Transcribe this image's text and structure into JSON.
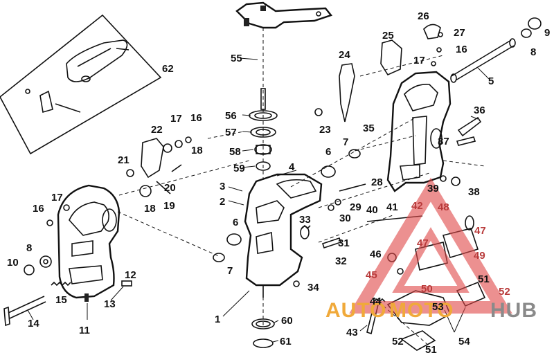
{
  "watermark": {
    "text_auto": "AUTO",
    "text_moto": "MOTO",
    "text_hub": "HUB",
    "color_orange": "#f0a93a",
    "color_red": "#e04848",
    "color_gray": "#8a8a8a"
  },
  "callouts": [
    {
      "id": "c1",
      "text": "1"
    },
    {
      "id": "c2",
      "text": "2"
    },
    {
      "id": "c3",
      "text": "3"
    },
    {
      "id": "c4",
      "text": "4"
    },
    {
      "id": "c5",
      "text": "5"
    },
    {
      "id": "c6a",
      "text": "6"
    },
    {
      "id": "c6b",
      "text": "6"
    },
    {
      "id": "c7a",
      "text": "7"
    },
    {
      "id": "c7b",
      "text": "7"
    },
    {
      "id": "c8a",
      "text": "8"
    },
    {
      "id": "c8b",
      "text": "8"
    },
    {
      "id": "c9",
      "text": "9"
    },
    {
      "id": "c10",
      "text": "10"
    },
    {
      "id": "c11",
      "text": "11"
    },
    {
      "id": "c12",
      "text": "12"
    },
    {
      "id": "c13",
      "text": "13"
    },
    {
      "id": "c14",
      "text": "14"
    },
    {
      "id": "c15",
      "text": "15"
    },
    {
      "id": "c16a",
      "text": "16"
    },
    {
      "id": "c16b",
      "text": "16"
    },
    {
      "id": "c16c",
      "text": "16"
    },
    {
      "id": "c17a",
      "text": "17"
    },
    {
      "id": "c17b",
      "text": "17"
    },
    {
      "id": "c17c",
      "text": "17"
    },
    {
      "id": "c18a",
      "text": "18"
    },
    {
      "id": "c18b",
      "text": "18"
    },
    {
      "id": "c19",
      "text": "19"
    },
    {
      "id": "c20",
      "text": "20"
    },
    {
      "id": "c21",
      "text": "21"
    },
    {
      "id": "c22",
      "text": "22"
    },
    {
      "id": "c23",
      "text": "23"
    },
    {
      "id": "c24",
      "text": "24"
    },
    {
      "id": "c25",
      "text": "25"
    },
    {
      "id": "c26",
      "text": "26"
    },
    {
      "id": "c27",
      "text": "27"
    },
    {
      "id": "c28",
      "text": "28"
    },
    {
      "id": "c29",
      "text": "29"
    },
    {
      "id": "c30",
      "text": "30"
    },
    {
      "id": "c31",
      "text": "31"
    },
    {
      "id": "c32",
      "text": "32"
    },
    {
      "id": "c33",
      "text": "33"
    },
    {
      "id": "c34",
      "text": "34"
    },
    {
      "id": "c35",
      "text": "35"
    },
    {
      "id": "c36",
      "text": "36"
    },
    {
      "id": "c37",
      "text": "37"
    },
    {
      "id": "c38",
      "text": "38"
    },
    {
      "id": "c39",
      "text": "39"
    },
    {
      "id": "c40",
      "text": "40"
    },
    {
      "id": "c41",
      "text": "41"
    },
    {
      "id": "c42",
      "text": "42"
    },
    {
      "id": "c43",
      "text": "43"
    },
    {
      "id": "c44",
      "text": "44"
    },
    {
      "id": "c45",
      "text": "45"
    },
    {
      "id": "c46",
      "text": "46"
    },
    {
      "id": "c47a",
      "text": "47"
    },
    {
      "id": "c47b",
      "text": "47"
    },
    {
      "id": "c48",
      "text": "48"
    },
    {
      "id": "c49",
      "text": "49"
    },
    {
      "id": "c50",
      "text": "50"
    },
    {
      "id": "c51a",
      "text": "51"
    },
    {
      "id": "c51b",
      "text": "51"
    },
    {
      "id": "c52a",
      "text": "52"
    },
    {
      "id": "c52b",
      "text": "52"
    },
    {
      "id": "c53",
      "text": "53"
    },
    {
      "id": "c54",
      "text": "54"
    },
    {
      "id": "c55",
      "text": "55"
    },
    {
      "id": "c56",
      "text": "56"
    },
    {
      "id": "c57",
      "text": "57"
    },
    {
      "id": "c58",
      "text": "58"
    },
    {
      "id": "c59",
      "text": "59"
    },
    {
      "id": "c60",
      "text": "60"
    },
    {
      "id": "c61",
      "text": "61"
    },
    {
      "id": "c62",
      "text": "62"
    }
  ]
}
